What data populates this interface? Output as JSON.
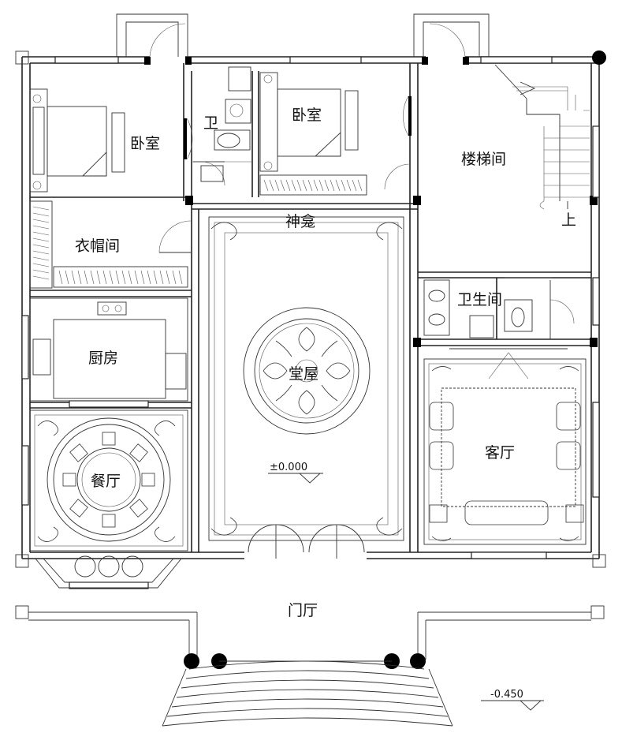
{
  "rooms": {
    "bedroom_left": "卧室",
    "bath_small": "卫",
    "bedroom_mid": "卧室",
    "stairwell": "楼梯间",
    "stair_up": "上",
    "shrine": "神龛",
    "wardrobe": "衣帽间",
    "kitchen": "厨房",
    "main_hall": "堂屋",
    "bathroom": "卫生间",
    "living_room": "客厅",
    "dining_room": "餐厅",
    "entrance_hall": "门厅"
  },
  "elevations": {
    "hall_level": "±0.000",
    "outside_level": "-0.450"
  },
  "colors": {
    "wall": "#222222",
    "background": "#ffffff"
  }
}
